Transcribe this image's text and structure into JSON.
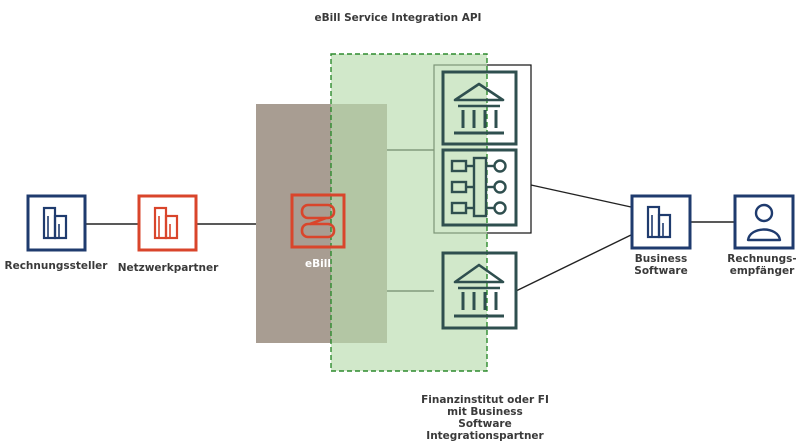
{
  "title": "eBill Service Integration API",
  "nodes": {
    "biller": {
      "label": "Rechnungssteller",
      "icon": "building-icon",
      "color": "#1f3b6e"
    },
    "network": {
      "label": "Netzwerkpartner",
      "icon": "building-icon",
      "color": "#d9452b"
    },
    "ebill": {
      "label": "eBill",
      "icon": "ebill-logo-icon",
      "color": "#d9452b"
    },
    "bank_top": {
      "icon": "bank-icon",
      "color": "#2f4f4f"
    },
    "integration": {
      "icon": "network-nodes-icon",
      "color": "#2f4f4f"
    },
    "bank_bottom": {
      "icon": "bank-icon",
      "color": "#2f4f4f"
    },
    "business_software": {
      "label_line1": "Business",
      "label_line2": "Software",
      "icon": "building-icon",
      "color": "#1f3b6e"
    },
    "recipient": {
      "label_line1": "Rechnungs-",
      "label_line2": "empfänger",
      "icon": "person-icon",
      "color": "#1f3b6e"
    }
  },
  "fi_caption": {
    "line1": "Finanzinstitut oder FI",
    "line2": "mit Business",
    "line3": "Software",
    "line4": "Integrationspartner"
  },
  "colors": {
    "ebill_zone": "#a89d92",
    "api_zone_fill": "#cfe5c6",
    "api_zone_border": "#2e8b2e",
    "lines": "#222222"
  }
}
